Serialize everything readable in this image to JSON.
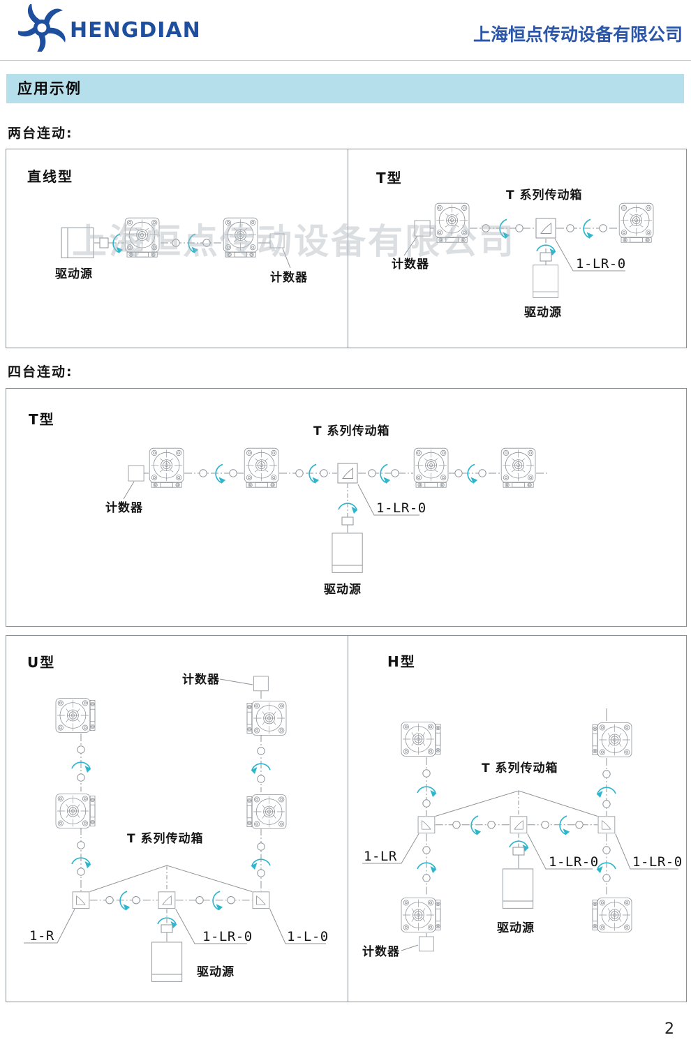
{
  "header": {
    "logo_text": "HENGDIAN",
    "company_name": "上海恒点传动设备有限公司"
  },
  "banner": {
    "section_title": "应用示例"
  },
  "watermark_text": "上海恒点传动设备有限公司",
  "groups": {
    "two": "两台连动:",
    "four": "四台连动:"
  },
  "diagrams": {
    "linear": {
      "title": "直线型",
      "drive": "驱动源",
      "counter": "计数器"
    },
    "t2": {
      "title": "T型",
      "series": "T 系列传动箱",
      "counter": "计数器",
      "model": "1-LR-0",
      "drive": "驱动源"
    },
    "t4": {
      "title": "T型",
      "series": "T 系列传动箱",
      "counter": "计数器",
      "model": "1-LR-0",
      "drive": "驱动源"
    },
    "u4": {
      "title": "U型",
      "counter": "计数器",
      "series": "T 系列传动箱",
      "model_left": "1-R",
      "model_mid": "1-LR-0",
      "model_right": "1-L-0",
      "drive": "驱动源"
    },
    "h4": {
      "title": "H型",
      "series": "T 系列传动箱",
      "model_left": "1-LR",
      "model_mid": "1-LR-0",
      "model_right": "1-LR-0",
      "drive": "驱动源",
      "counter": "计数器"
    }
  },
  "footer": {
    "page_number": "2"
  },
  "colors": {
    "accent_blue": "#1d4f9e",
    "band_blue": "#b5dfea",
    "arrow_teal": "#2eb6cd",
    "line_gray": "#8f9499"
  }
}
